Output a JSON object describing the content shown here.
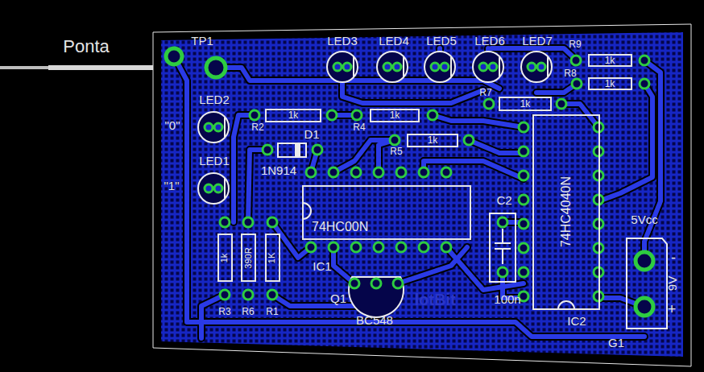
{
  "diagram": {
    "nodes": [
      {
        "text": [
          "1k"
        ]
      },
      {
        "text": [
          "1k"
        ]
      },
      {
        "text": [
          "1k"
        ]
      },
      {
        "text": [
          "1k"
        ]
      },
      {
        "text": [
          "1k"
        ]
      },
      {
        "text": [
          "1k"
        ]
      },
      {
        "text": [
          "74HC00N"
        ]
      },
      {
        "text": [
          "74HC4040N"
        ]
      },
      {
        "text": [
          "1k"
        ]
      },
      {
        "text": [
          "390R"
        ]
      },
      {
        "text": [
          "1K"
        ]
      }
    ],
    "labels": [
      "Ponta",
      "TP1",
      "LED3",
      "LED4",
      "LED5",
      "LED6",
      "LED7",
      "R9",
      "R8",
      "R7",
      "LED2",
      "\"0\"",
      "R2",
      "D1",
      "R4",
      "R5",
      "1N914",
      "LED1",
      "\"1\"",
      "C2",
      "5Vcc",
      "-",
      "9V",
      "+",
      "IC1",
      "R3",
      "R6",
      "R1",
      "Q1",
      "100n",
      "lotBit",
      "BC548",
      "IC2",
      "G1"
    ]
  }
}
